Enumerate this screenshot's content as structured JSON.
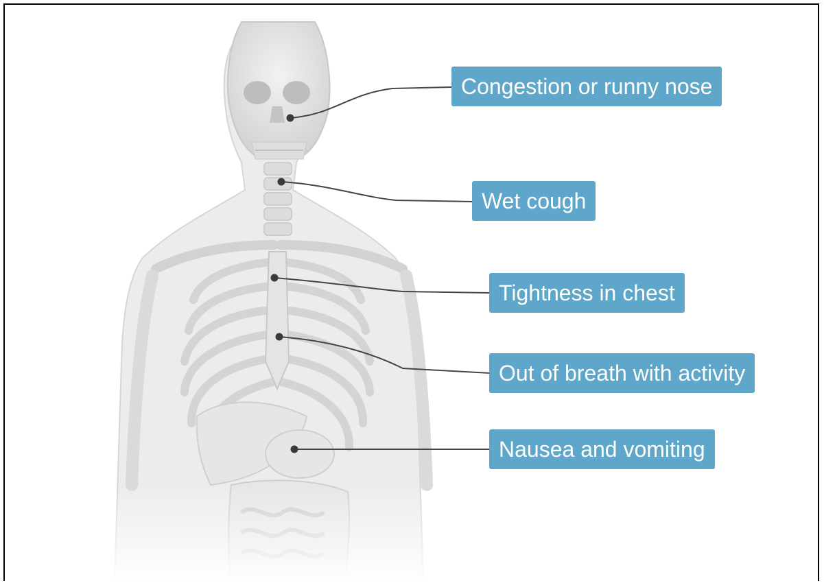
{
  "diagram": {
    "label_color": "#5ea6ca",
    "leader_color": "#444444",
    "callouts": [
      {
        "text": "Congestion or runny nose"
      },
      {
        "text": "Wet cough"
      },
      {
        "text": "Tightness in chest"
      },
      {
        "text": "Out of breath with activity"
      },
      {
        "text": "Nausea and vomiting"
      }
    ]
  }
}
